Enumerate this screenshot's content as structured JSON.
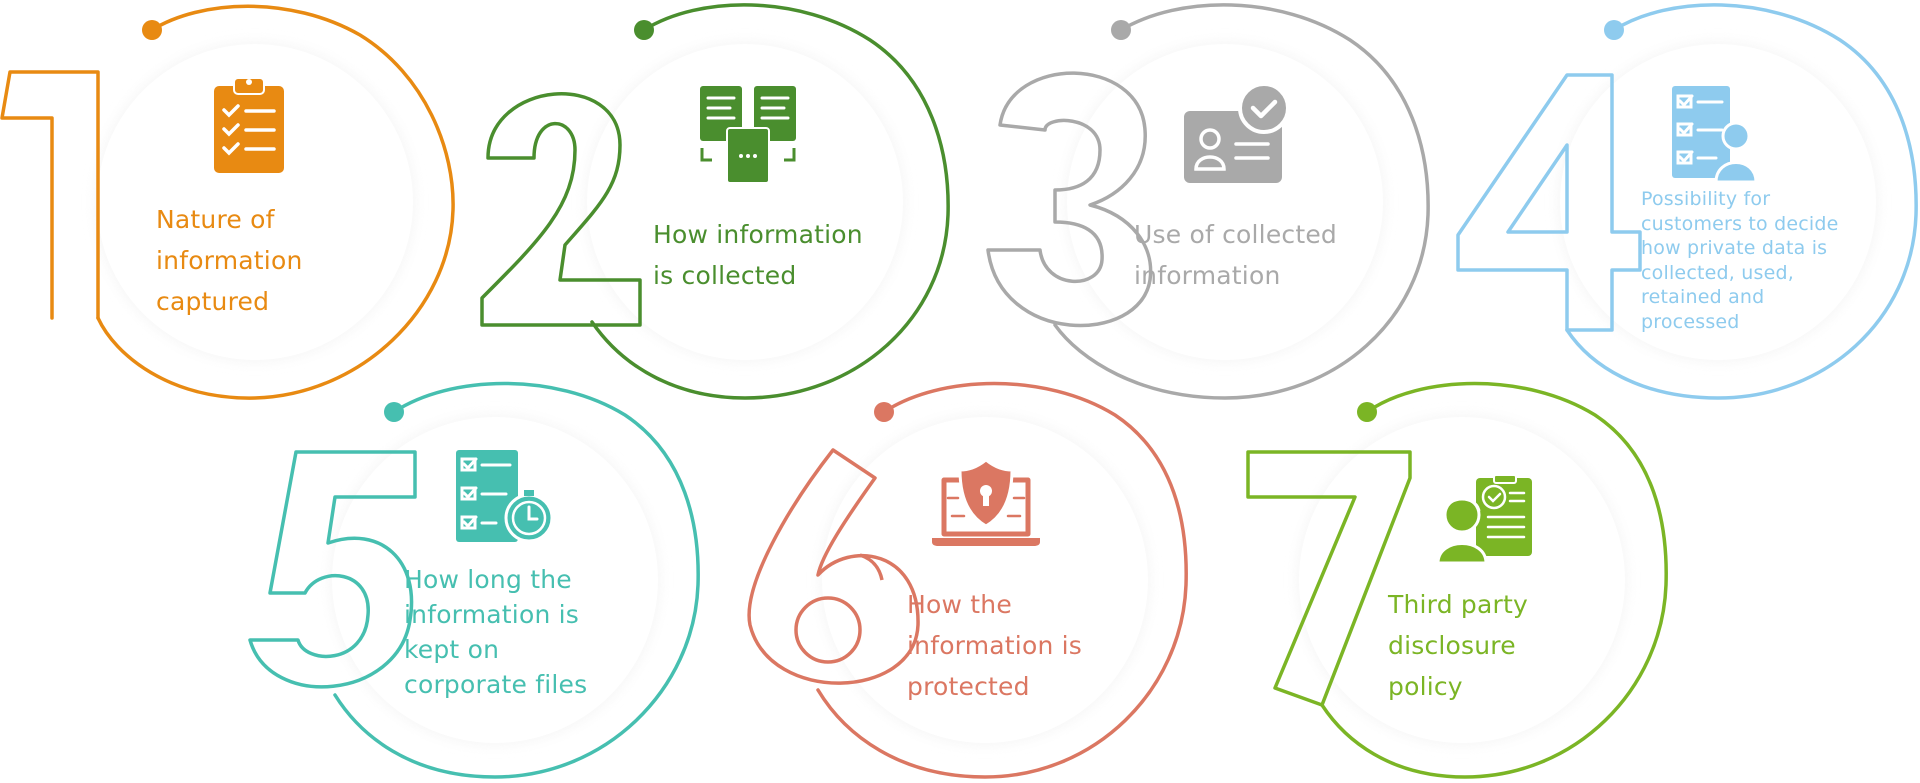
{
  "items": [
    {
      "number": "1",
      "lines": [
        "Nature of",
        "information",
        "captured"
      ],
      "color": "#E88A12",
      "icon": "clipboard-checklist-icon"
    },
    {
      "number": "2",
      "lines": [
        "How information",
        "is collected"
      ],
      "color": "#4A8E2E",
      "icon": "documents-collection-icon"
    },
    {
      "number": "3",
      "lines": [
        "Use of collected",
        "information"
      ],
      "color": "#A9A9A9",
      "icon": "id-card-check-icon"
    },
    {
      "number": "4",
      "lines": [
        "Possibility for",
        "customers to decide",
        "how private data is",
        "collected, used,",
        "retained and",
        "processed"
      ],
      "color": "#8ECBEE",
      "icon": "checklist-person-icon"
    },
    {
      "number": "5",
      "lines": [
        "How long the",
        "information is",
        "kept on",
        "corporate files"
      ],
      "color": "#46BFB0",
      "icon": "checklist-clock-icon"
    },
    {
      "number": "6",
      "lines": [
        "How the",
        "information is",
        "protected"
      ],
      "color": "#DB7762",
      "icon": "laptop-shield-lock-icon"
    },
    {
      "number": "7",
      "lines": [
        "Third party",
        "disclosure",
        "policy"
      ],
      "color": "#7BB525",
      "icon": "person-clipboard-icon"
    }
  ]
}
